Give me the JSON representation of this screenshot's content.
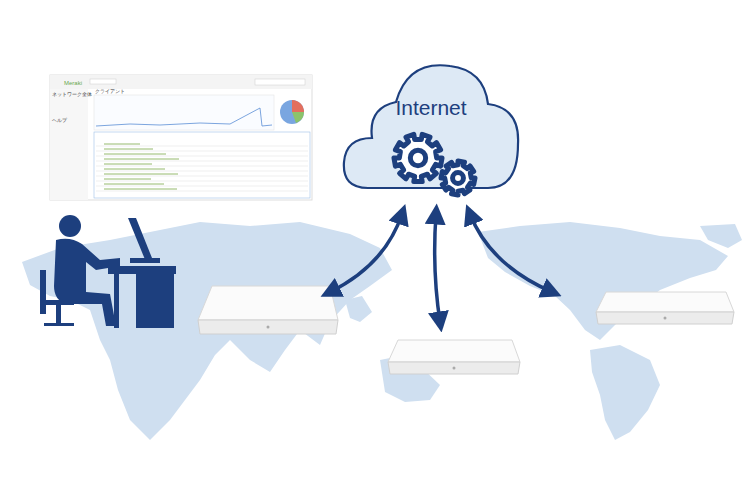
{
  "diagram": {
    "nodes": [
      {
        "text": [
          "Internet"
        ]
      }
    ],
    "labels": [
      "Meraki",
      "ネットワーク全体",
      "クライアント",
      "ヘルプ"
    ]
  }
}
